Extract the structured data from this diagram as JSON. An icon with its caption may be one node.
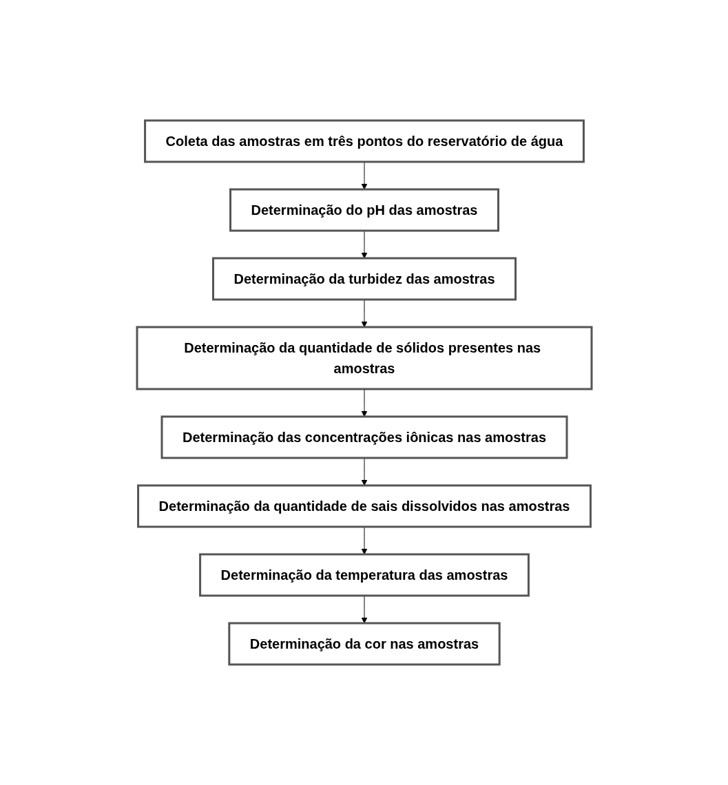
{
  "diagram": {
    "nodes": [
      {
        "text": [
          "Coleta das amostras em três pontos do reservatório de água"
        ]
      },
      {
        "text": [
          "Determinação do pH das amostras"
        ]
      },
      {
        "text": [
          "Determinação da turbidez das amostras"
        ]
      },
      {
        "text": [
          "Determinação da quantidade de sólidos presentes nas amostras"
        ]
      },
      {
        "text": [
          "Determinação das concentrações iônicas nas amostras"
        ]
      },
      {
        "text": [
          "Determinação da quantidade de sais dissolvidos nas amostras"
        ]
      },
      {
        "text": [
          "Determinação da temperatura das amostras"
        ]
      },
      {
        "text": [
          "Determinação da cor nas amostras"
        ]
      }
    ],
    "edges": [
      {
        "from": 0,
        "to": 1,
        "arrow": "to"
      },
      {
        "from": 1,
        "to": 2,
        "arrow": "to"
      },
      {
        "from": 2,
        "to": 3,
        "arrow": "to"
      },
      {
        "from": 3,
        "to": 4,
        "arrow": "to"
      },
      {
        "from": 4,
        "to": 5,
        "arrow": "to"
      },
      {
        "from": 5,
        "to": 6,
        "arrow": "to"
      },
      {
        "from": 6,
        "to": 7,
        "arrow": "to"
      }
    ]
  }
}
